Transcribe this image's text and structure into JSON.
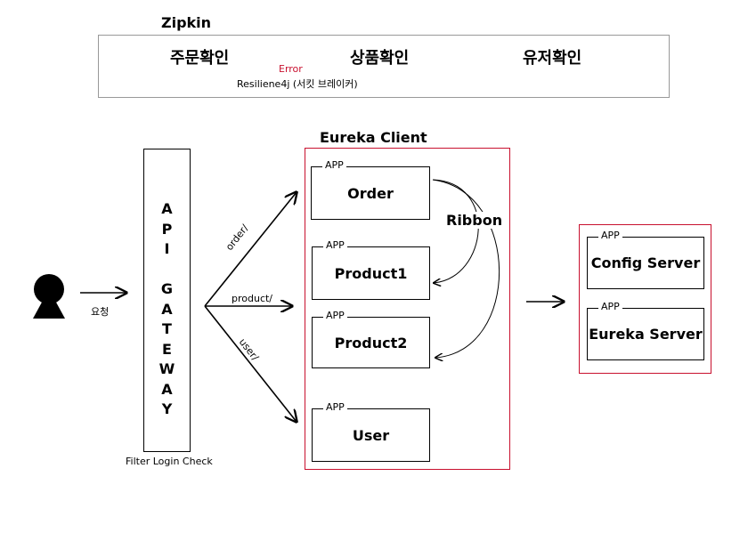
{
  "zipkin": {
    "title": "Zipkin",
    "step1": "주문확인",
    "step2": "상품확인",
    "step3": "유저확인",
    "error": "Error",
    "resilience": "Resiliene4j (서킷 브레이커)"
  },
  "user": {
    "request": "요청"
  },
  "gateway": {
    "letters": [
      "A",
      "P",
      "I",
      "",
      "G",
      "A",
      "T",
      "E",
      "W",
      "A",
      "Y"
    ],
    "caption": "Filter Login Check"
  },
  "routes": {
    "order": "order/",
    "product": "product/",
    "user": "user/"
  },
  "eureka_client": {
    "title": "Eureka Client",
    "apps": [
      {
        "tag": "APP",
        "name": "Order"
      },
      {
        "tag": "APP",
        "name": "Product1"
      },
      {
        "tag": "APP",
        "name": "Product2"
      },
      {
        "tag": "APP",
        "name": "User"
      }
    ],
    "ribbon": "Ribbon"
  },
  "servers": {
    "apps": [
      {
        "tag": "APP",
        "name": "Config Server"
      },
      {
        "tag": "APP",
        "name": "Eureka Server"
      }
    ]
  },
  "colors": {
    "accent": "#c8102e",
    "line": "#000000"
  }
}
